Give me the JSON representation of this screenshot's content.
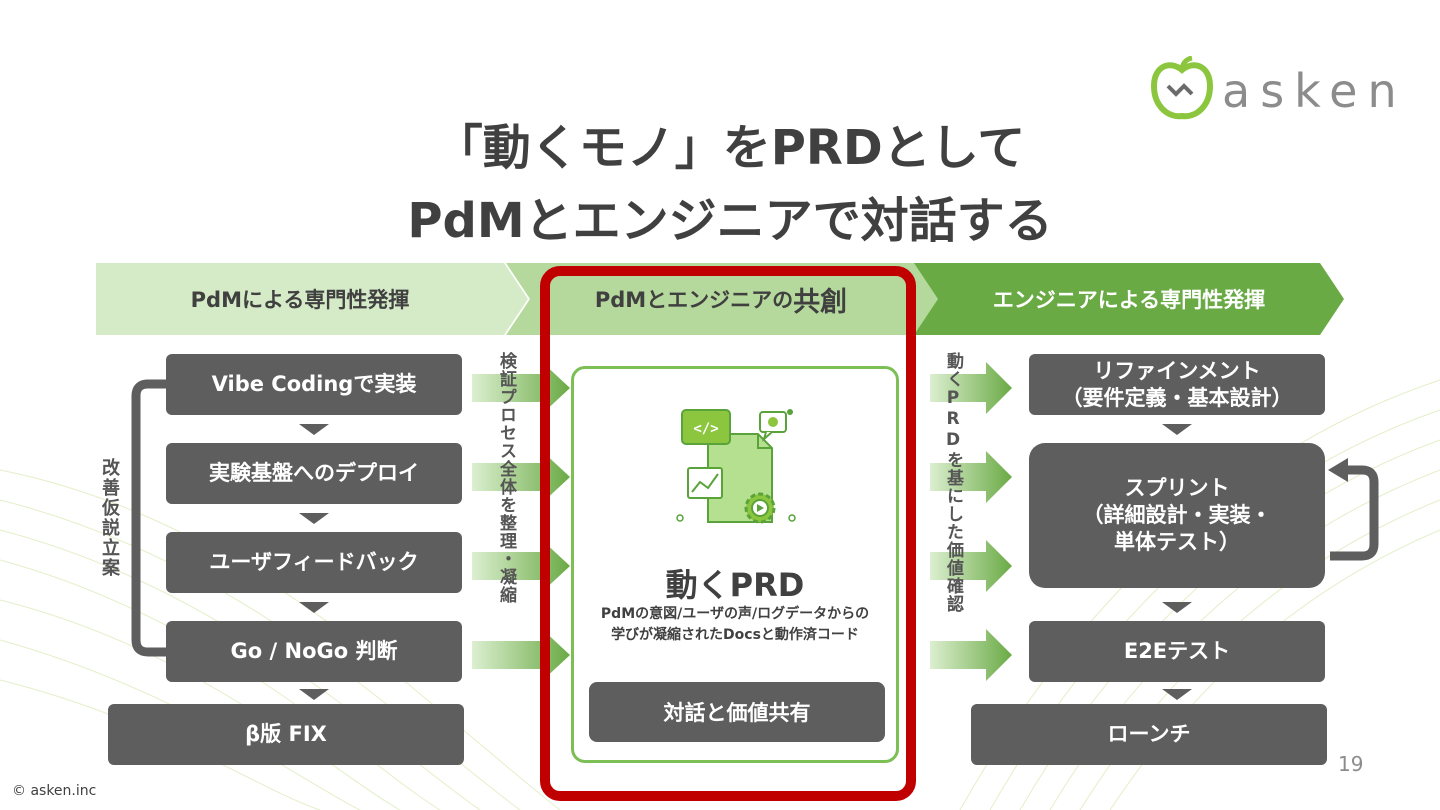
{
  "brand": {
    "logo_text": "asken",
    "accent": "#8cc63f"
  },
  "title": {
    "line1": "「動くモノ」をPRDとして",
    "line2": "PdMとエンジニアで対話する"
  },
  "banners": {
    "left": "PdMによる専門性発揮",
    "center_prefix": "PdMとエンジニアの",
    "center_emphasis": "共創",
    "right": "エンジニアによる専門性発揮"
  },
  "left_column": {
    "steps": [
      "Vibe Codingで実装",
      "実験基盤へのデプロイ",
      "ユーザフィードバック",
      "Go / NoGo 判断"
    ],
    "final": "β版 FIX",
    "loop_label": "改善仮説立案",
    "process_label": "検証プロセス全体を整理・凝縮"
  },
  "center": {
    "title": "動くPRD",
    "desc_line1": "PdMの意図/ユーザの声/ログデータからの",
    "desc_line2": "学びが凝縮されたDocsと動作済コード",
    "button": "対話と価値共有"
  },
  "right_column": {
    "refine_line1": "リファインメント",
    "refine_line2": "（要件定義・基本設計）",
    "sprint_line1": "スプリント",
    "sprint_line2": "（詳細設計・実装・",
    "sprint_line3": "単体テスト）",
    "e2e": "E2Eテスト",
    "launch": "ローンチ",
    "process_label": "動くPRDを基にした価値確認"
  },
  "footer": {
    "page_number": "19",
    "copyright": "© asken.inc"
  },
  "colors": {
    "box_grey": "#5e5e5e",
    "green_light": "#d5ebc8",
    "green_mid": "#b5d99c",
    "green_dark": "#6aaa45",
    "frame_red": "#c00000"
  },
  "icons": [
    "apple-logo-icon",
    "code-tag-icon",
    "chat-plus-icon",
    "chart-icon",
    "gear-play-icon",
    "document-icon"
  ]
}
